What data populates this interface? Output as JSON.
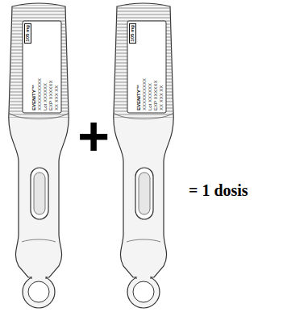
{
  "diagram": {
    "labels": [
      "105 mg",
      "EVENITY™",
      "XXXXXXXXXX",
      "Lot XXXXXX",
      "EXP XXXXXX",
      "XX XXX XX",
      "+",
      "105 mg",
      "EVENITY™",
      "XXXXXXXXXX",
      "Lot XXXXXX",
      "EXP XXXXXX",
      "XX XXX XX",
      "= 1 dosis"
    ]
  }
}
